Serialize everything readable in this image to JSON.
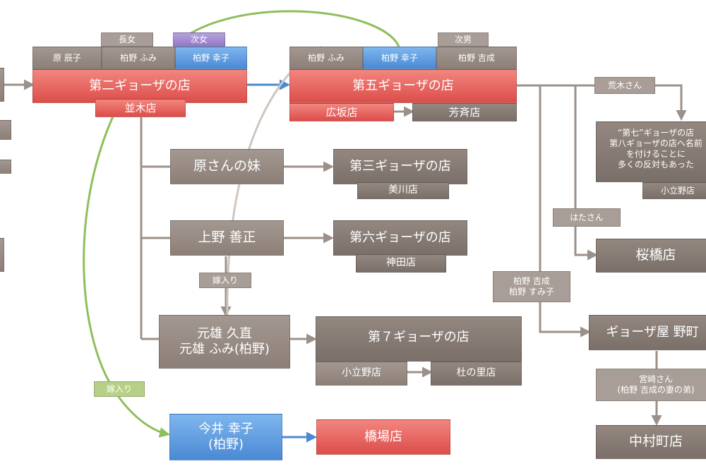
{
  "nodes": {
    "tag_chojo": "長女",
    "tag_jijo": "次女",
    "hara_tatsuko": "原 辰子",
    "kashino_fumi_a": "柏野 ふみ",
    "kashino_sachiko_a": "柏野 幸子",
    "dai2": "第二ギョーザの店",
    "namiki": "並木店",
    "tag_jinan": "次男",
    "kashino_fumi_b": "柏野 ふみ",
    "kashino_sachiko_b": "柏野 幸子",
    "kashino_yoshinari_a": "柏野 吉成",
    "dai5": "第五ギョーザの店",
    "hirosaka": "広坂店",
    "yoshisai": "芳斉店",
    "araki": "荒木さん",
    "note_dai7": "“第七”ギョーザの店\n第八ギョーザの店へ名前\nを付けることに\n多くの反対もあった",
    "koritsuno_a": "小立野店",
    "hara_imouto": "原さんの妹",
    "dai3": "第三ギョーザの店",
    "mikawa": "美川店",
    "hata": "はたさん",
    "ueno": "上野 善正",
    "dai6": "第六ギョーザの店",
    "kanda": "神田店",
    "sakurabashi": "桜橋店",
    "yomeiri_a": "嫁入り",
    "kashino_pair": "柏野 吉成\n柏野 すみ子",
    "motoo": "元雄 久直\n元雄 ふみ(柏野)",
    "dai7": "第７ギョーザの店",
    "koritsuno_b": "小立野店",
    "morinosato": "杜の里店",
    "gyozaya_nomachi": "ギョーザ屋 野町",
    "miyazaki": "宮崎さん\n(柏野 吉成の妻の弟)",
    "yomeiri_b": "嫁入り",
    "imai": "今井 幸子\n(柏野)",
    "hashiba": "橋場店",
    "nakamuramachi": "中村町店"
  },
  "colors": {
    "gray": "#938780",
    "red": "#e05a55",
    "blue": "#5b97dc",
    "purple": "#a38bd2",
    "green_curve": "#8fbe5b",
    "arrow_gray": "#9c918a",
    "arrow_blue": "#4a89d4"
  }
}
